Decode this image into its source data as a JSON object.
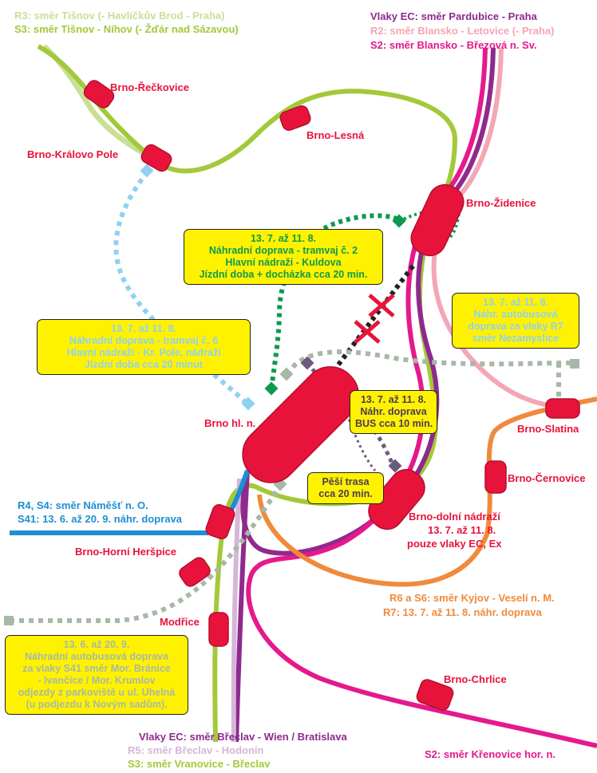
{
  "colors": {
    "s3": "#a3c93a",
    "r3": "#c9df96",
    "ec": "#8e2a8e",
    "r2": "#f4a6b4",
    "s2": "#e5198c",
    "r4": "#1b8fd2",
    "r6": "#f08a3c",
    "station": "#e8133b",
    "tram2": "#0e9a4e",
    "tram6": "#8fd1f3",
    "bus": "#a8b8a8",
    "walk": "#6b5a7b",
    "box": "#fff200"
  },
  "directions": {
    "top_left": {
      "r3": "R3: směr Tišnov (- Havlíčkův Brod - Praha)",
      "s3": "S3: směr Tišnov - Níhov (- Žďár nad Sázavou)"
    },
    "top_right": {
      "ec": "Vlaky EC: směr Pardubice - Praha",
      "r2": "R2: směr Blansko - Letovice (- Praha)",
      "s2": "S2: směr Blansko - Březová n. Sv."
    },
    "west": {
      "line1": "R4, S4: směr Náměšť n. O.",
      "line2": "S41: 13. 6. až 20. 9. náhr. doprava"
    },
    "east": {
      "line1": "R6 a S6: směr Kyjov - Veselí n. M.",
      "line2": "R7: 13. 7. až 11. 8. náhr. doprava"
    },
    "bottom": {
      "ec": "Vlaky EC: směr Břeclav - Wien / Bratislava",
      "r5": "R5: směr Břeclav - Hodonín",
      "s3": "S3: směr Vranovice - Břeclav"
    },
    "bottom_right": "S2: směr Křenovice hor. n."
  },
  "stations": {
    "reckovice": "Brno-Řečkovice",
    "kralovo_pole": "Brno-Královo Pole",
    "lesna": "Brno-Lesná",
    "zidenice": "Brno-Židenice",
    "hlavni": "Brno hl. n.",
    "slatina": "Brno-Slatina",
    "cernovice": "Brno-Černovice",
    "dolni": {
      "name": "Brno-dolní nádraží",
      "date": "13. 7. až 11. 8.",
      "note": "pouze vlaky EC, Ex"
    },
    "horni_herspice": "Brno-Horní Heršpice",
    "modrice": "Modřice",
    "chrlice": "Brno-Chrlice"
  },
  "notes": {
    "tram2": [
      "13. 7. až 11. 8.",
      "Náhradní doprava - tramvaj č. 2",
      "Hlavní nádraží - Kuldova",
      "Jízdní doba + docházka cca 20 min."
    ],
    "tram6": [
      "13. 7. až 11. 8.",
      "Náhradní doprava - tramvaj č. 6",
      "Hlavní nádraží - Kr. Pole, nádraží",
      "Jízdní doba cca 20 minut"
    ],
    "r7": [
      "13. 7. až 11. 8.",
      "Náhr. autobusová",
      "doprava za vlaky R7",
      "směr Nezamyslice"
    ],
    "bus": [
      "13. 7. až 11. 8.",
      "Náhr. doprava",
      "BUS cca 10 min."
    ],
    "walk": [
      "Pěší trasa",
      "cca 20 min."
    ],
    "s41": [
      "13. 6. až 20. 9.",
      "Náhradní autobusová doprava",
      "za vlaky S41 směr Mor. Bránice",
      "- Ivančice / Mor. Krumlov",
      "odjezdy z parkoviště u ul. Uhelná",
      "(u podjezdu k Novým sadům)."
    ]
  }
}
